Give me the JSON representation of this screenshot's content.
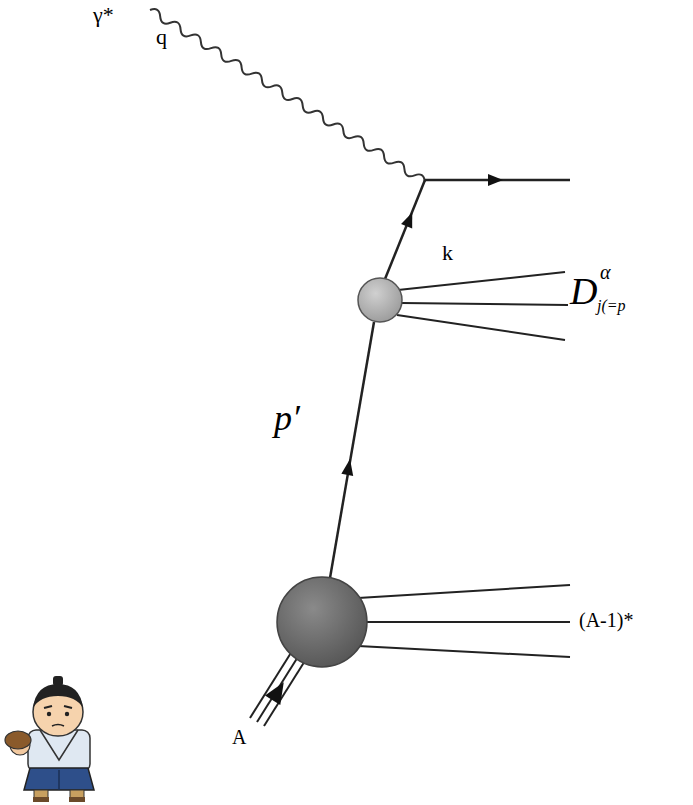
{
  "diagram": {
    "labels": [
      "γ*",
      "q",
      "k",
      "D",
      "α",
      "j(=p",
      "p′",
      "(A-1)*",
      "A"
    ]
  }
}
